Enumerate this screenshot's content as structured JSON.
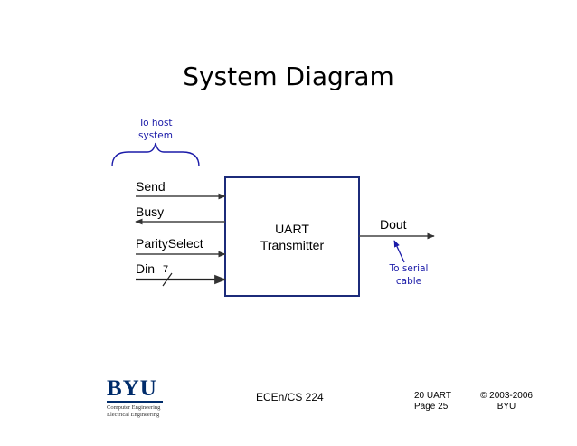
{
  "slide": {
    "title": "System Diagram",
    "note_host_line1": "To host",
    "note_host_line2": "system",
    "note_cable_line1": "To serial",
    "note_cable_line2": "cable"
  },
  "block": {
    "line1": "UART",
    "line2": "Transmitter"
  },
  "signals": {
    "send": "Send",
    "busy": "Busy",
    "parity_select": "ParitySelect",
    "din": "Din",
    "din_width": "7",
    "dout": "Dout"
  },
  "footer": {
    "logo_text": "BYU",
    "logo_sub1": "Computer Engineering",
    "logo_sub2": "Electrical Engineering",
    "course": "ECEn/CS 224",
    "lecture": "20 UART",
    "page": "Page 25",
    "copyright": "© 2003-2006",
    "org": "BYU"
  }
}
